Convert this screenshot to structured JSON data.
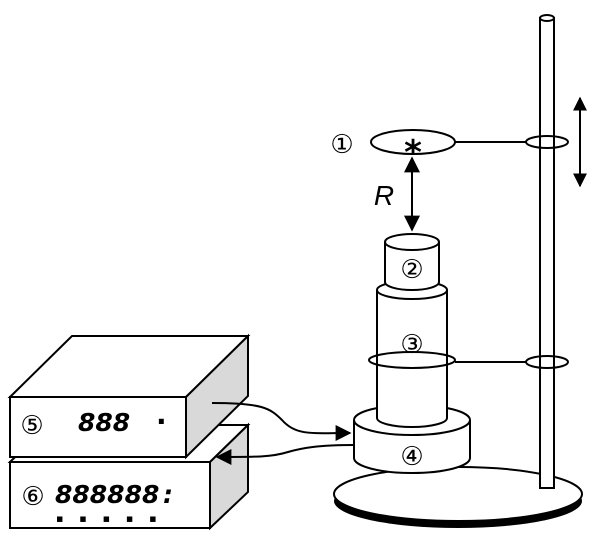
{
  "labels": {
    "source": "①",
    "sample": "②",
    "detector": "③",
    "base": "④",
    "unit_top": "⑤",
    "unit_bottom": "⑥",
    "distance": "R",
    "source_mark": "*"
  },
  "displays": {
    "unit_top_readout": "888",
    "unit_top_dot": "·",
    "unit_bottom_readout": "888888",
    "unit_bottom_colon": ":",
    "unit_bottom_dots": "▪ ▪ ▪ ▪ ▪"
  }
}
